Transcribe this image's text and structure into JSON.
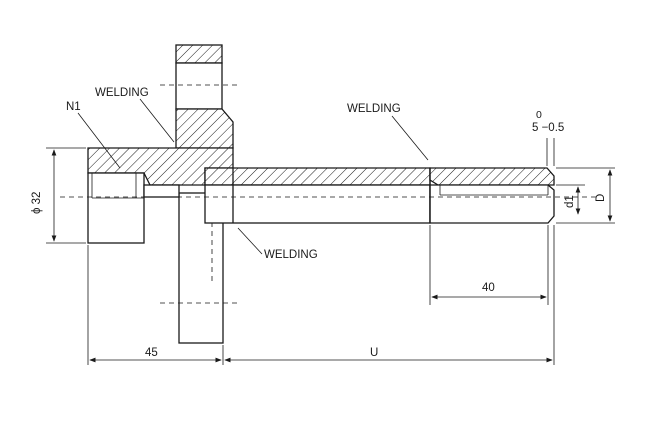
{
  "labels": {
    "welding_top_left": "WELDING",
    "welding_top_right": "WELDING",
    "welding_bottom": "WELDING",
    "n1": "N1",
    "phi32": "ϕ 32",
    "tol_upper": "0",
    "tol_main": "5 −0.5",
    "d1": "d1",
    "D": "D",
    "dim_45": "45",
    "dim_U": "U",
    "dim_40": "40"
  },
  "colors": {
    "line": "#1a1a1a",
    "background": "#ffffff"
  }
}
